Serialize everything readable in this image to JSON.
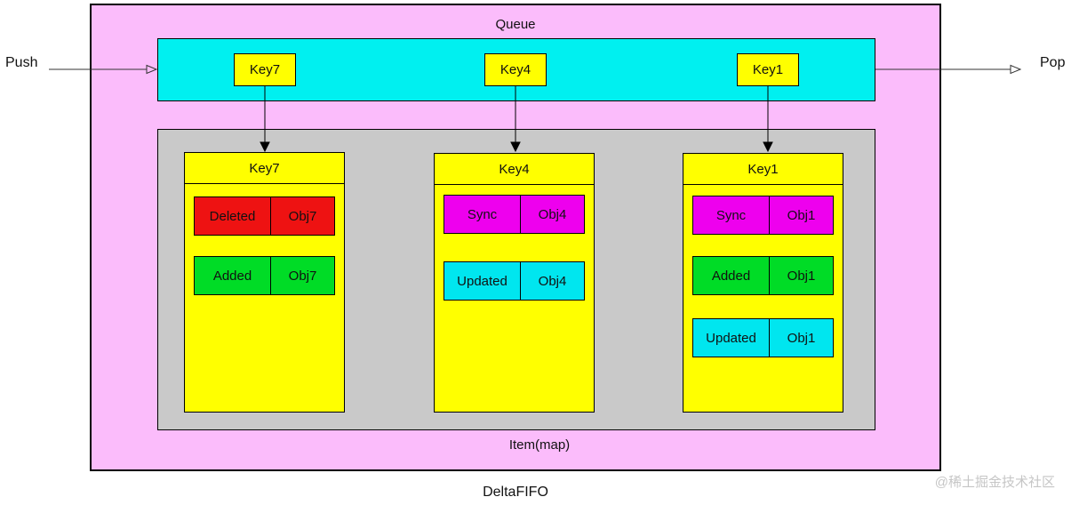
{
  "title": "DeltaFIFO",
  "watermark": "@稀土掘金技术社区",
  "labels": {
    "push": "Push",
    "pop": "Pop"
  },
  "queue": {
    "label": "Queue",
    "keys": [
      "Key7",
      "Key4",
      "Key1"
    ]
  },
  "item_map": {
    "label": "Item(map)"
  },
  "columns": [
    {
      "header": "Key7",
      "rows": [
        {
          "action": "Deleted",
          "obj": "Obj7",
          "type": "deleted"
        },
        {
          "action": "Added",
          "obj": "Obj7",
          "type": "added"
        }
      ]
    },
    {
      "header": "Key4",
      "rows": [
        {
          "action": "Sync",
          "obj": "Obj4",
          "type": "sync"
        },
        {
          "action": "Updated",
          "obj": "Obj4",
          "type": "updated"
        }
      ]
    },
    {
      "header": "Key1",
      "rows": [
        {
          "action": "Sync",
          "obj": "Obj1",
          "type": "sync"
        },
        {
          "action": "Added",
          "obj": "Obj1",
          "type": "added"
        },
        {
          "action": "Updated",
          "obj": "Obj1",
          "type": "updated"
        }
      ]
    }
  ],
  "colors": {
    "container_pink": "#FBBCFB",
    "queue_cyan": "#00F0F0",
    "key_yellow": "#FFFF00",
    "map_gray": "#C9C9C9",
    "deleted_red": "#EE1212",
    "added_green": "#00DC26",
    "sync_magenta": "#EE00EE",
    "updated_cyan": "#00E6EF",
    "border_black": "#000000"
  }
}
